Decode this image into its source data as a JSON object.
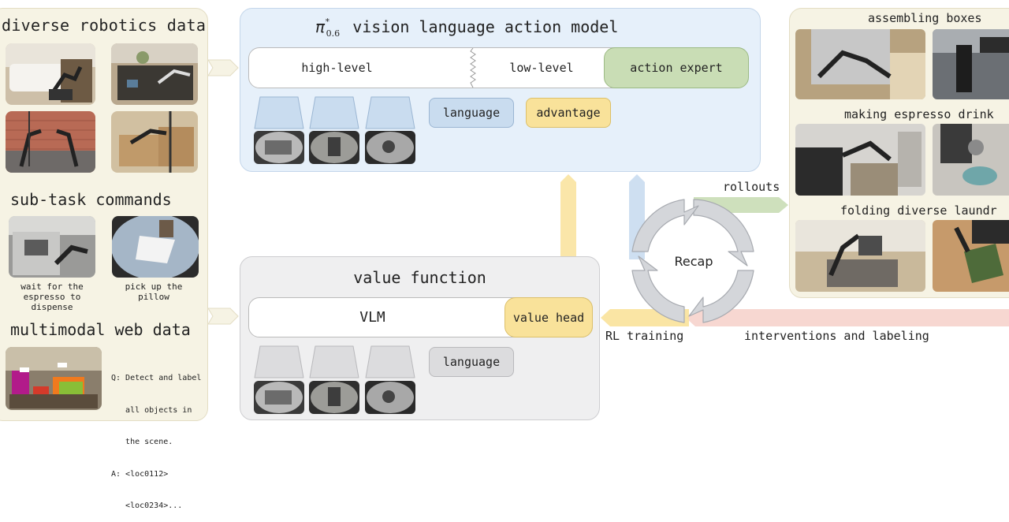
{
  "left_panel": {
    "title_robotics": "diverse robotics data",
    "title_subtask": "sub-task commands",
    "caption_espresso": "wait for the espresso to dispense",
    "caption_pillow": "pick up the pillow",
    "title_web": "multimodal web data",
    "web_qa": [
      "Q: Detect and label",
      "   all objects in",
      "   the scene.",
      "A: <loc0112>",
      "   <loc0234>..."
    ]
  },
  "vla": {
    "title_symbol": "π",
    "title_sup": "*",
    "title_sub": "0.6",
    "title_text": "vision language action model",
    "high_level": "high-level",
    "low_level": "low-level",
    "action_expert": "action expert",
    "language": "language",
    "advantage": "advantage"
  },
  "value_fn": {
    "title": "value function",
    "vlm": "VLM",
    "value_head": "value head",
    "language": "language"
  },
  "loop": {
    "recap": "Recap",
    "rollouts": "rollouts",
    "rl_training": "RL training",
    "interventions": "interventions and labeling"
  },
  "right_panel": {
    "assembling": "assembling boxes",
    "espresso": "making espresso drink",
    "laundry": "folding diverse laundr"
  },
  "colors": {
    "cream": "#f6f3e4",
    "blue_panel": "#e6f0fa",
    "grey_panel": "#efeff0",
    "green": "#c9ddb5",
    "blue_pill": "#c9dcef",
    "yellow": "#f9e29a",
    "pink_arrow": "#f6d3cc"
  }
}
